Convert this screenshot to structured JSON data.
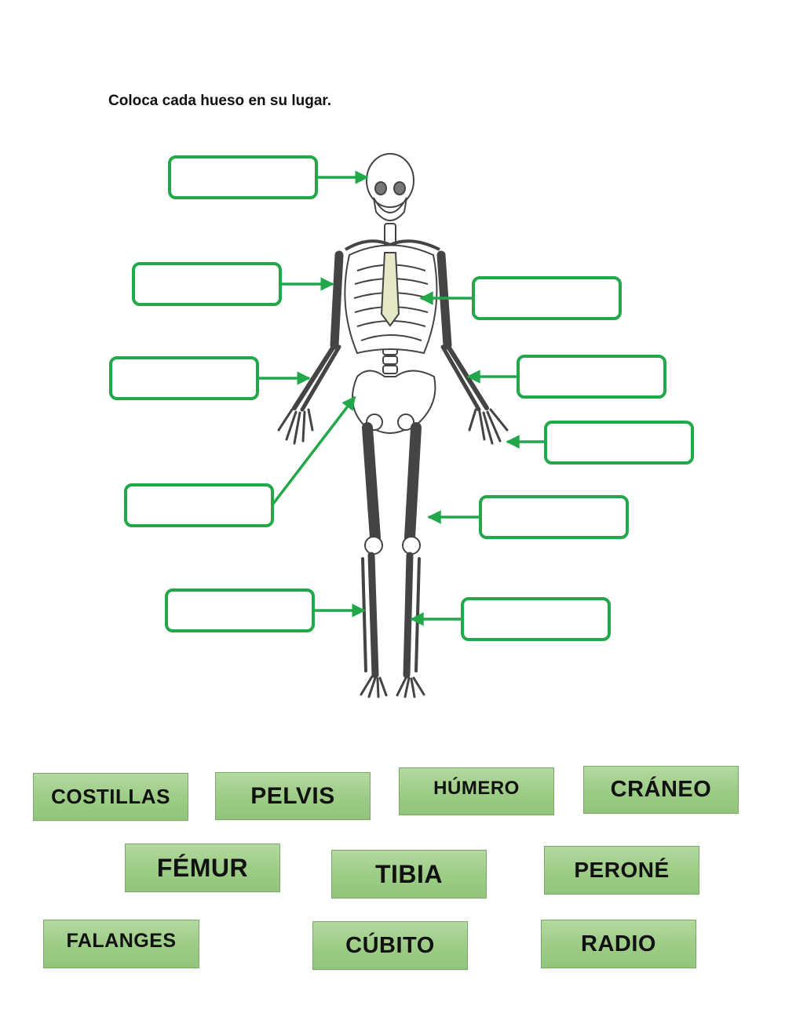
{
  "instruction": "Coloca cada hueso en su lugar.",
  "colors": {
    "accent": "#22a84a",
    "tile_fill": "#9ccc85"
  },
  "answers": {
    "skull": "",
    "humerus_left": "",
    "ribs": "",
    "radius_left": "",
    "ulna_right": "",
    "hand_right": "",
    "pelvis": "",
    "femur": "",
    "tibia": "",
    "fibula": ""
  },
  "words": {
    "costillas": "COSTILLAS",
    "pelvis": "PELVIS",
    "humero": "HÚMERO",
    "craneo": "CRÁNEO",
    "femur": "FÉMUR",
    "tibia": "TIBIA",
    "perone": "PERONÉ",
    "falanges": "FALANGES",
    "cubito": "CÚBITO",
    "radio": "RADIO"
  }
}
